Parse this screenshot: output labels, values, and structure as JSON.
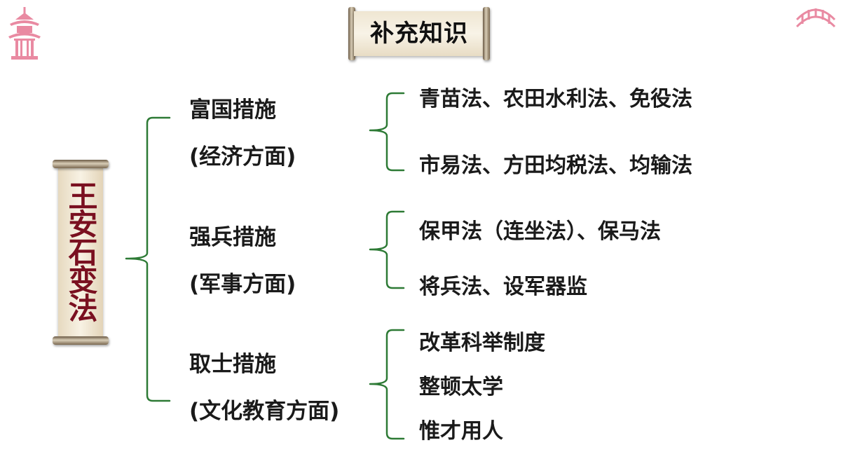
{
  "title": "补充知识",
  "root": "王安石变法",
  "branches": [
    {
      "name": "富国措施",
      "aspect": "(经济方面)",
      "items": [
        "青苗法、农田水利法、免役法",
        "市易法、方田均税法、均输法"
      ]
    },
    {
      "name": "强兵措施",
      "aspect": "(军事方面)",
      "items": [
        "保甲法（连坐法）、保马法",
        "将兵法、设军器监"
      ]
    },
    {
      "name": "取士措施",
      "aspect": "(文化教育方面)",
      "items": [
        "改革科举制度",
        "整顿太学",
        "惟才用人"
      ]
    }
  ],
  "colors": {
    "bracket": "#2d7a35",
    "root_text": "#7a1020",
    "decoration": "#e98aa2"
  },
  "icons": [
    "pagoda-icon",
    "bridge-icon"
  ]
}
